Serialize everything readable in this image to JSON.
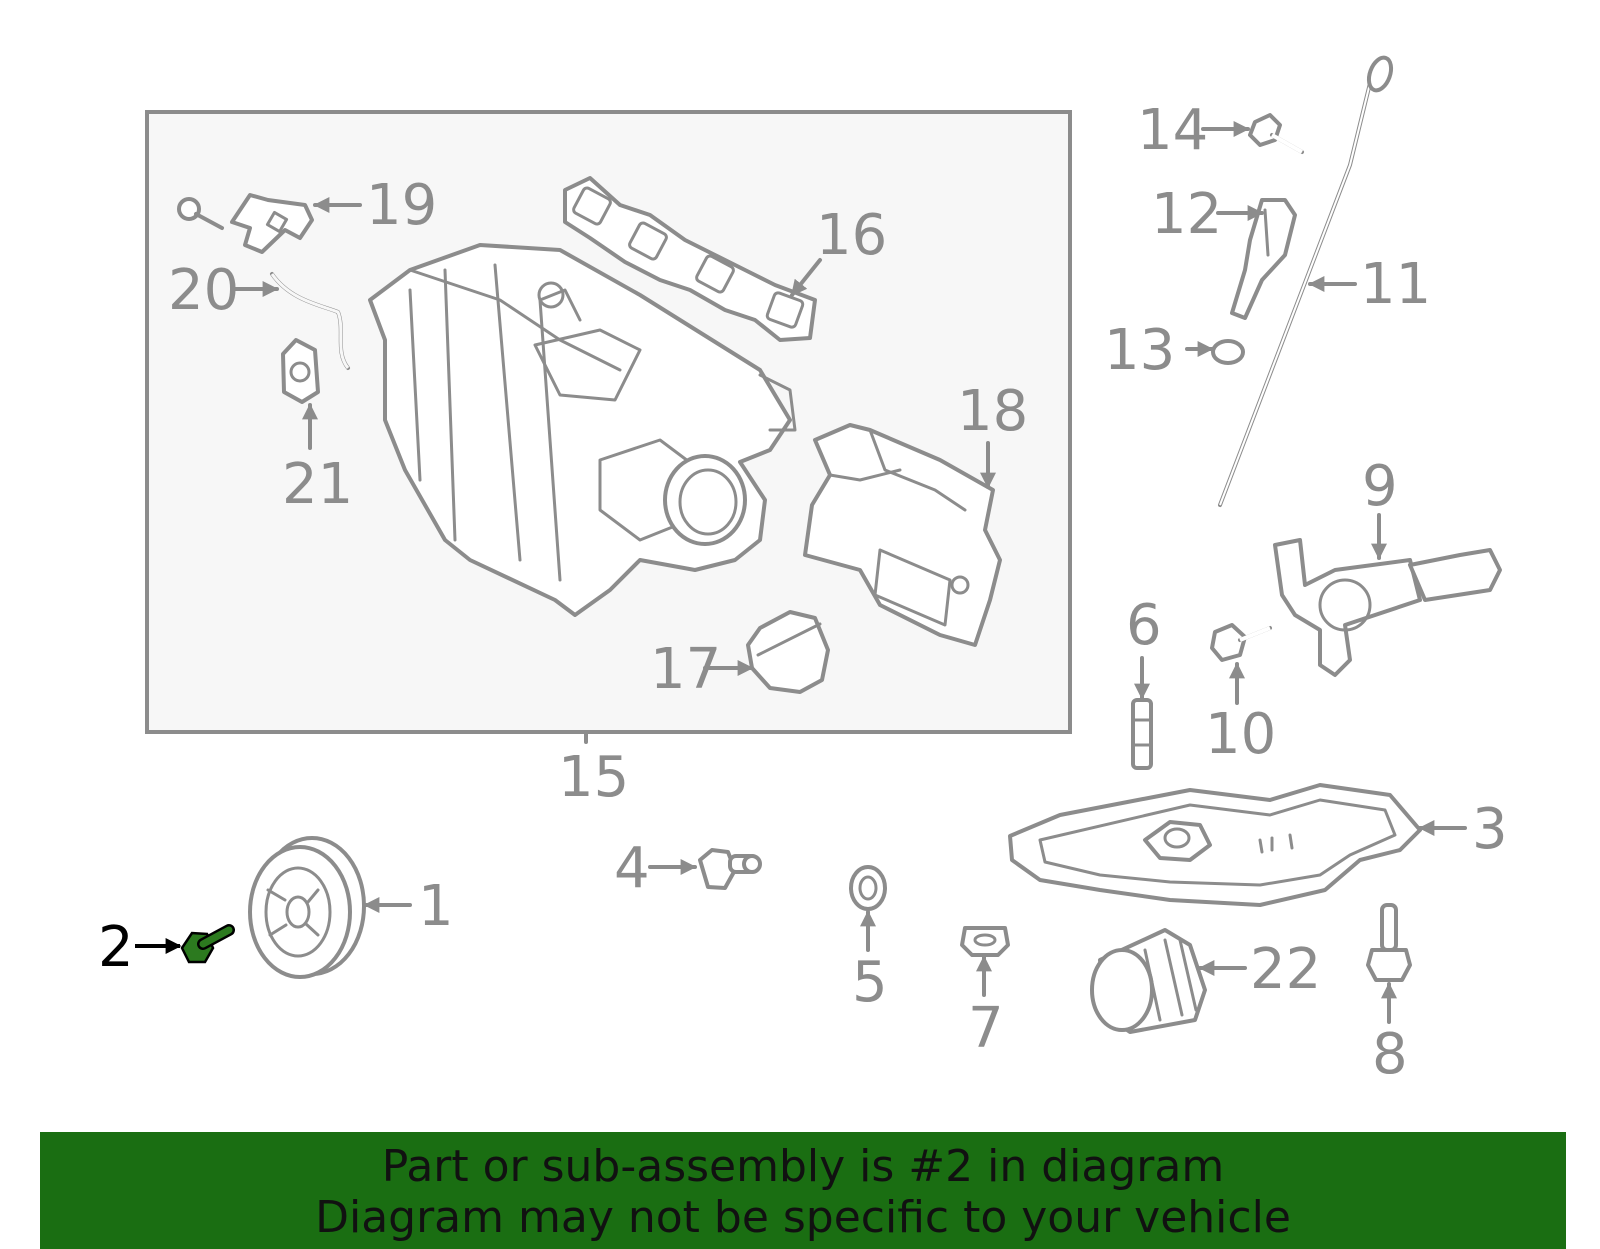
{
  "diagram": {
    "callouts": {
      "c1": "1",
      "c2": "2",
      "c3": "3",
      "c4": "4",
      "c5": "5",
      "c6": "6",
      "c7": "7",
      "c8": "8",
      "c9": "9",
      "c10": "10",
      "c11": "11",
      "c12": "12",
      "c13": "13",
      "c14": "14",
      "c15": "15",
      "c16": "16",
      "c17": "17",
      "c18": "18",
      "c19": "19",
      "c20": "20",
      "c21": "21",
      "c22": "22"
    },
    "highlighted_part": "2",
    "colors": {
      "outline": "#8c8c8c",
      "highlight_part": "#1f7a1f",
      "banner_bg": "#1a6e12",
      "inset_bg": "#f7f7f7"
    }
  },
  "banner": {
    "line1": "Part or sub-assembly is #2 in diagram",
    "line2": "Diagram may not be specific to your vehicle"
  }
}
